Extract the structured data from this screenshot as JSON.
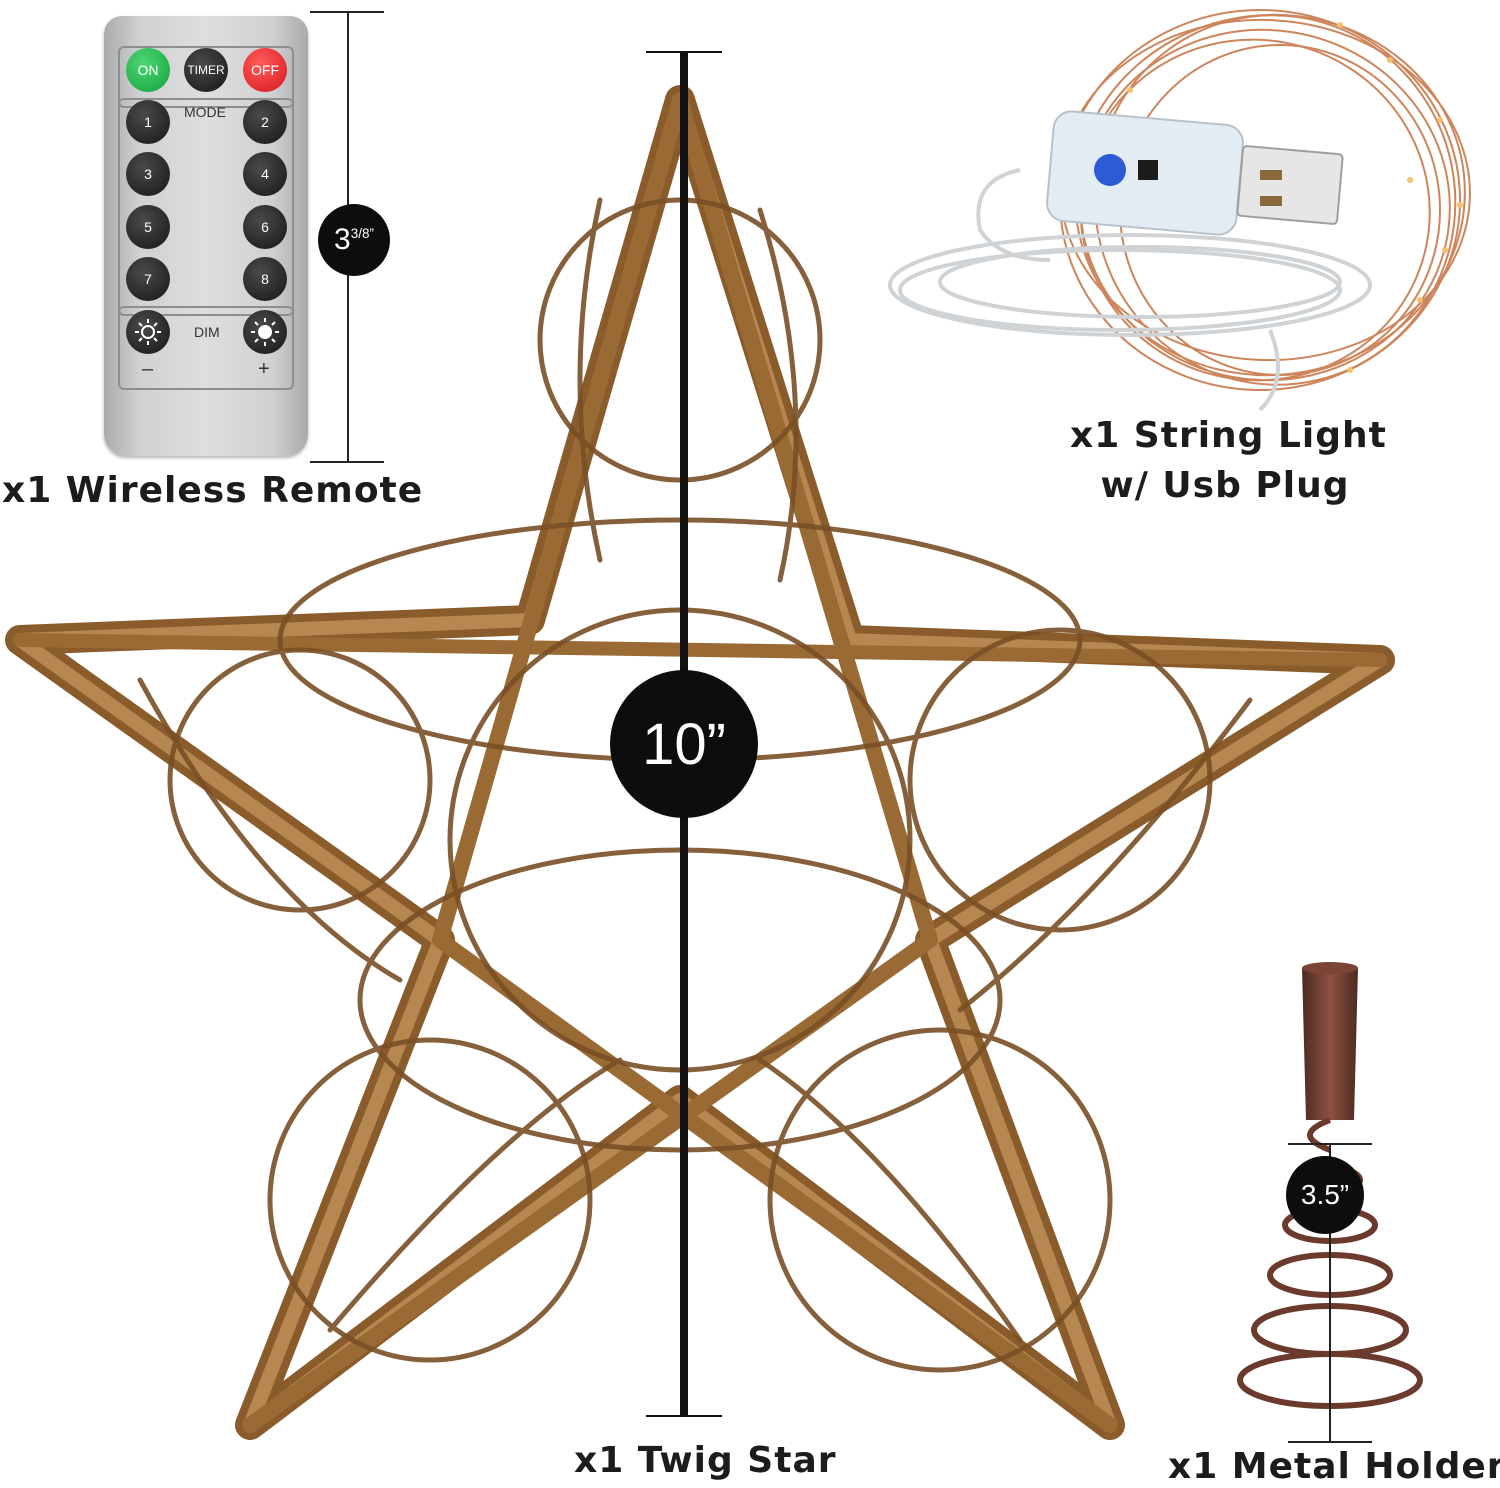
{
  "remote": {
    "caption": "x1 Wireless Remote",
    "dimension": "3",
    "dimension_fraction": "3/8”",
    "top_buttons": [
      "ON",
      "TIMER",
      "OFF"
    ],
    "mode_label": "MODE",
    "mode_buttons": [
      "1",
      "2",
      "3",
      "4",
      "5",
      "6",
      "7",
      "8"
    ],
    "dim_label": "DIM",
    "minus": "–",
    "plus": "+",
    "colors": {
      "on": "#16a83f",
      "off": "#e0181d",
      "body": "#d6d8d9"
    }
  },
  "string_light": {
    "caption_line1": "x1 String Light",
    "caption_line2": "w/ Usb Plug",
    "wire_color": "#c8784a"
  },
  "star": {
    "caption": "x1 Twig Star",
    "dimension": "10”",
    "twig_color": "#9a6a35"
  },
  "holder": {
    "caption": "x1 Metal Holder",
    "dimension": "3.5”",
    "color": "#6b3a2c"
  }
}
